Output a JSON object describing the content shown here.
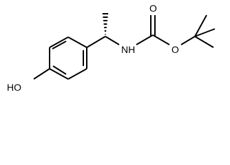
{
  "molecule": {
    "atoms": {
      "hydroxyl": "HO",
      "amine": "NH",
      "carbonyl_oxygen": "O",
      "ester_oxygen": "O"
    },
    "colors": {
      "bonds": "#000000",
      "labels": "#000000",
      "background": "#ffffff"
    }
  }
}
